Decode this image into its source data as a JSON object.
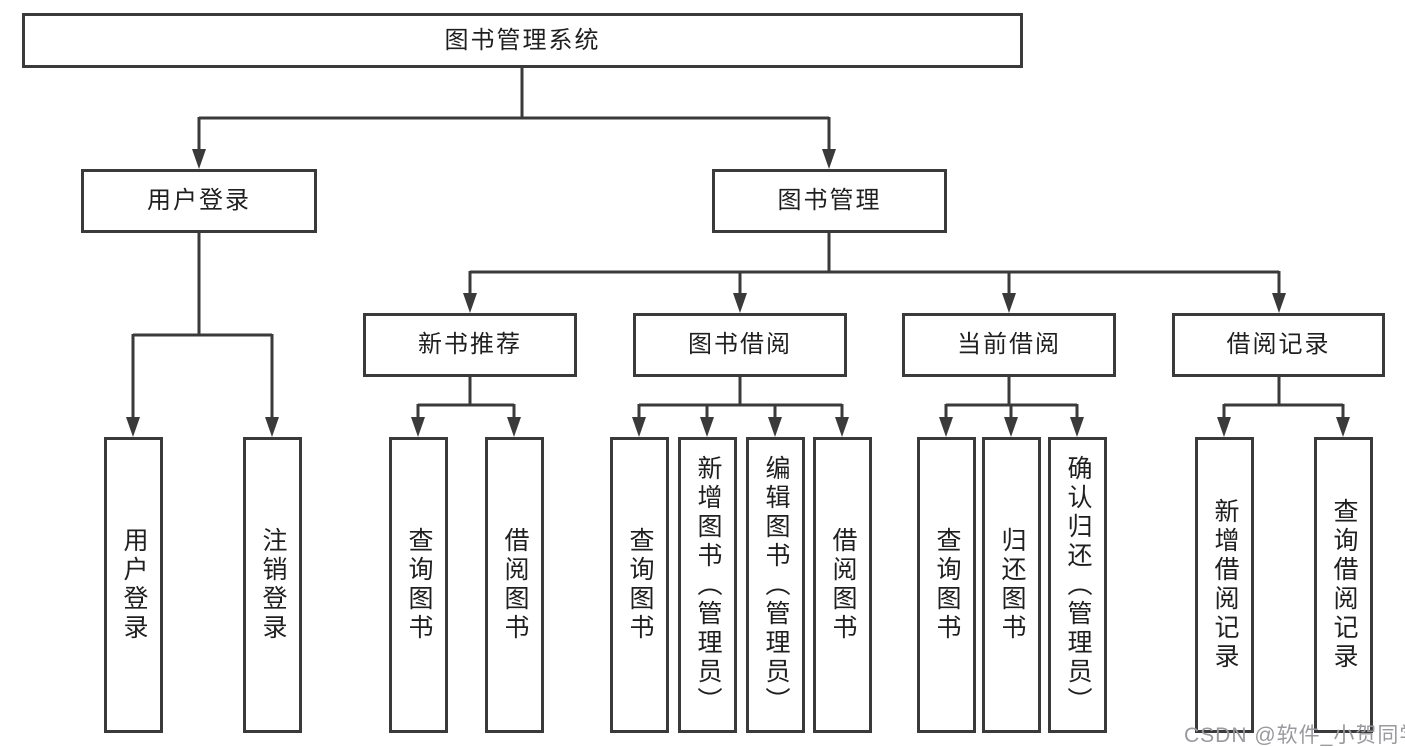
{
  "diagram_title": "图书管理系统",
  "colors": {
    "line": "#3a3a3a",
    "box_border": "#3a3a3a",
    "text": "#1f1f1f",
    "watermark": "#9a9a9e",
    "background": "#ffffff"
  },
  "tree": {
    "label": "图书管理系统",
    "children": [
      {
        "label": "用户登录",
        "children": [
          {
            "label": "用户登录"
          },
          {
            "label": "注销登录"
          }
        ]
      },
      {
        "label": "图书管理",
        "children": [
          {
            "label": "新书推荐",
            "children": [
              {
                "label": "查询图书"
              },
              {
                "label": "借阅图书"
              }
            ]
          },
          {
            "label": "图书借阅",
            "children": [
              {
                "label": "查询图书"
              },
              {
                "label": "新增图书（管理员）"
              },
              {
                "label": "编辑图书（管理员）"
              },
              {
                "label": "借阅图书"
              }
            ]
          },
          {
            "label": "当前借阅",
            "children": [
              {
                "label": "查询图书"
              },
              {
                "label": "归还图书"
              },
              {
                "label": "确认归还（管理员）"
              }
            ]
          },
          {
            "label": "借阅记录",
            "children": [
              {
                "label": "新增借阅记录"
              },
              {
                "label": "查询借阅记录"
              }
            ]
          }
        ]
      }
    ]
  },
  "watermark": {
    "text": "CSDN @软件_小贺同学"
  }
}
